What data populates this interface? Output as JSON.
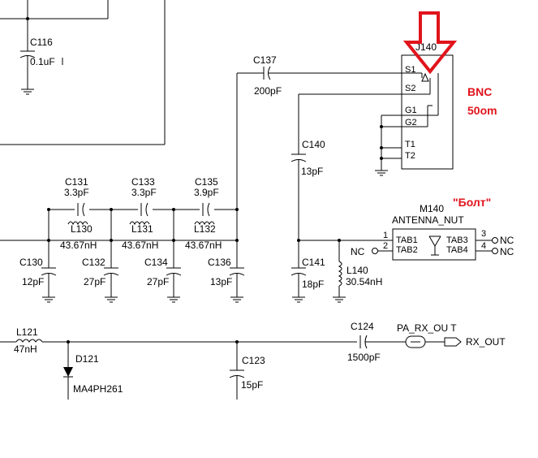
{
  "schematic": {
    "title": "",
    "accent_color": "#e0141c",
    "components": {
      "C116": {
        "ref": "C116",
        "value": "0.1uF"
      },
      "C137": {
        "ref": "C137",
        "value": "200pF"
      },
      "J140": {
        "ref": "J140",
        "pins": [
          "S1",
          "S2",
          "G1",
          "G2",
          "T1",
          "T2"
        ]
      },
      "C140": {
        "ref": "C140",
        "value": "13pF"
      },
      "C131": {
        "ref": "C131",
        "value": "3.3pF"
      },
      "C133": {
        "ref": "C133",
        "value": "3.3pF"
      },
      "C135": {
        "ref": "C135",
        "value": "3.9pF"
      },
      "L130": {
        "ref": "L130",
        "value": "43.67nH"
      },
      "L131": {
        "ref": "L131",
        "value": "43.67nH"
      },
      "L132": {
        "ref": "L132",
        "value": "43.67nH"
      },
      "C130": {
        "ref": "C130",
        "value": "12pF"
      },
      "C132": {
        "ref": "C132",
        "value": "27pF"
      },
      "C134": {
        "ref": "C134",
        "value": "27pF"
      },
      "C136": {
        "ref": "C136",
        "value": "13pF"
      },
      "C141": {
        "ref": "C141",
        "value": "18pF"
      },
      "L140": {
        "ref": "L140",
        "value": "30.54nH"
      },
      "M140": {
        "ref": "M140",
        "value": "ANTENNA_NUT",
        "pins": [
          "TAB1",
          "TAB2",
          "TAB3",
          "TAB4"
        ],
        "pin_numbers": [
          "1",
          "2",
          "3",
          "4"
        ]
      },
      "L121": {
        "ref": "L121",
        "value": "47nH"
      },
      "D121": {
        "ref": "D121",
        "value": "MA4PH261"
      },
      "C123": {
        "ref": "C123",
        "value": "15pF"
      },
      "C124": {
        "ref": "C124",
        "value": "1500pF"
      }
    },
    "nets": {
      "nc": "NC",
      "pa_rx_out": "PA_RX_OU T",
      "rx_out": "RX_OUT"
    },
    "annotations": {
      "bnc_line1": "BNC",
      "bnc_line2": "50om",
      "bolt": "\"Болт\""
    }
  }
}
